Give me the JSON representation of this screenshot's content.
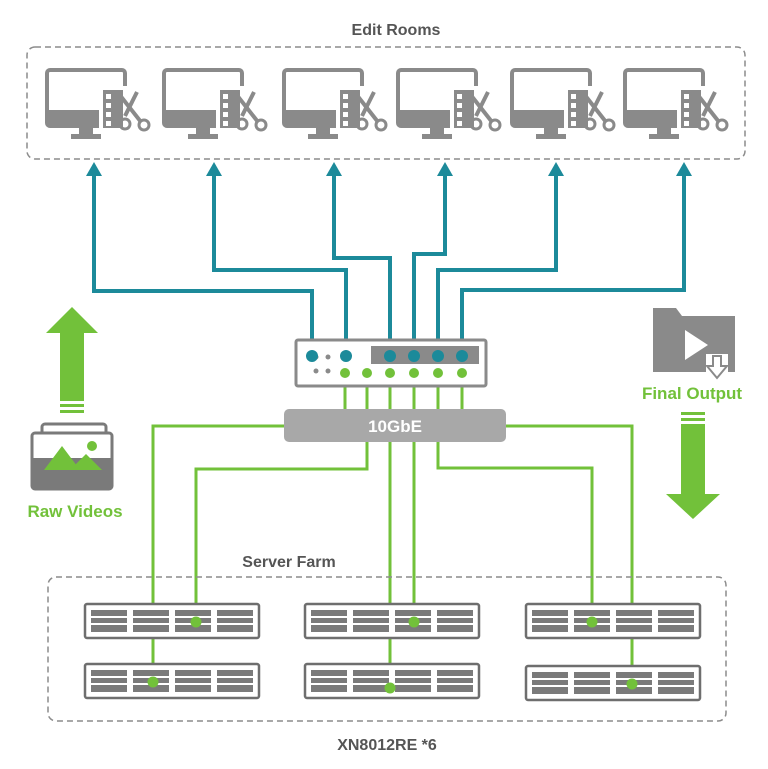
{
  "labels": {
    "edit_rooms": "Edit Rooms",
    "switch": "10GbE",
    "raw_videos": "Raw Videos",
    "final_output": "Final Output",
    "server_farm": "Server Farm",
    "model": "XN8012RE *6"
  },
  "colors": {
    "teal": "#1c8a9a",
    "green": "#72c13a",
    "gray": "#8a8a8a",
    "dark_gray": "#6e6e6e",
    "switch_bar": "#a8a8a8",
    "dash": "#8c8c8c"
  },
  "icons": {
    "monitor": "monitor-with-film-scissors-icon",
    "raw": "photo-stack-icon",
    "output": "video-folder-icon",
    "server": "rack-server-icon",
    "switch": "network-switch-icon"
  }
}
